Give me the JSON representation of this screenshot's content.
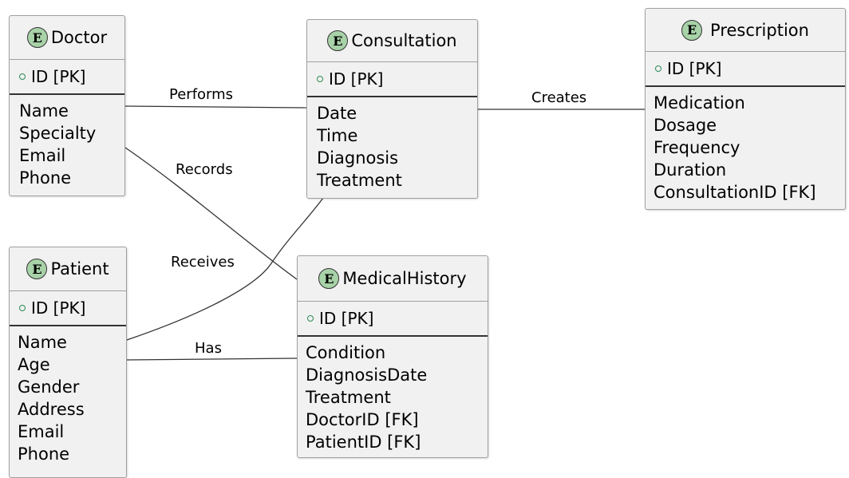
{
  "entities": {
    "doctor": {
      "badge": "E",
      "name": "Doctor",
      "pk": "ID [PK]",
      "attributes": [
        "Name",
        "Specialty",
        "Email",
        "Phone"
      ]
    },
    "consultation": {
      "badge": "E",
      "name": "Consultation",
      "pk": "ID [PK]",
      "attributes": [
        "Date",
        "Time",
        "Diagnosis",
        "Treatment"
      ]
    },
    "prescription": {
      "badge": "E",
      "name": "Prescription",
      "pk": "ID [PK]",
      "attributes": [
        "Medication",
        "Dosage",
        "Frequency",
        "Duration",
        "ConsultationID [FK]"
      ]
    },
    "patient": {
      "badge": "E",
      "name": "Patient",
      "pk": "ID [PK]",
      "attributes": [
        "Name",
        "Age",
        "Gender",
        "Address",
        "Email",
        "Phone"
      ]
    },
    "medical_history": {
      "badge": "E",
      "name": "MedicalHistory",
      "pk": "ID [PK]",
      "attributes": [
        "Condition",
        "DiagnosisDate",
        "Treatment",
        "DoctorID [FK]",
        "PatientID [FK]"
      ]
    }
  },
  "relationships": {
    "performs": "Performs",
    "creates": "Creates",
    "records": "Records",
    "receives": "Receives",
    "has": "Has"
  },
  "colors": {
    "entity_fill": "#f1f1f1",
    "badge_fill": "#a8d2a8",
    "pk_marker": "#2e8b57",
    "line": "#333333"
  }
}
